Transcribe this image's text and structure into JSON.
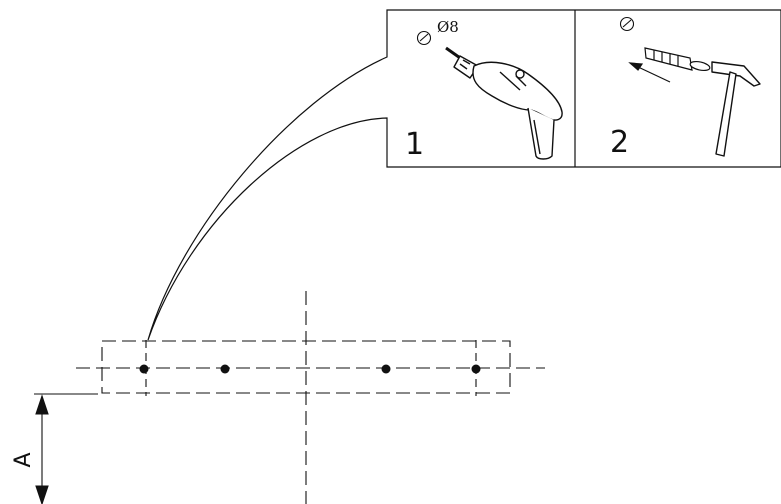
{
  "step1": {
    "number": "1",
    "drill_size": "Ø8"
  },
  "step2": {
    "number": "2"
  },
  "dimension": {
    "label": "A"
  },
  "icons": [
    "drill-icon",
    "wall-plug-icon",
    "hammer-icon",
    "clock-icon",
    "arrow-icon"
  ],
  "drill_holes": 4
}
